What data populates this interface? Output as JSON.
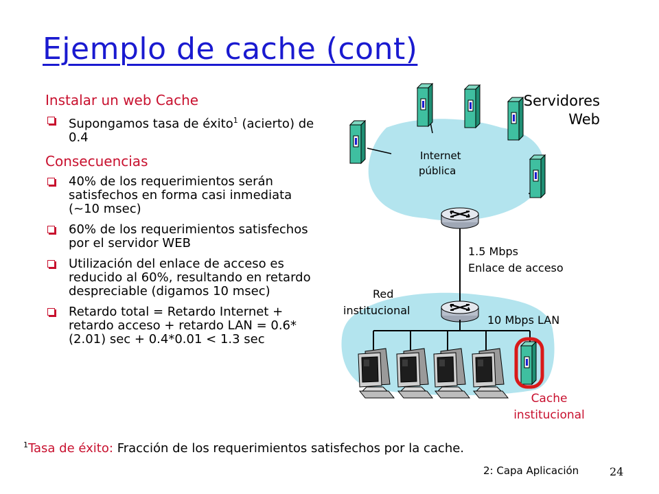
{
  "title": "Ejemplo de cache (cont)",
  "heading_install": "Instalar un web Cache",
  "bullet_hit_rate": "Supongamos tasa de éxito",
  "bullet_hit_rate_sup": "1",
  "bullet_hit_rate_rest": "(acierto) de 0.4",
  "heading_consequences": "Consecuencias",
  "bullets": [
    "40% de los requerimientos serán satisfechos en forma casi inmediata (~10 msec)",
    "60% de los requerimientos satisfechos por el servidor WEB",
    "Utilización del enlace de acceso es reducido al 60%, resultando en retardo despreciable (digamos 10 msec)",
    "Retardo total = Retardo Internet + retardo acceso + retardo LAN = 0.6*(2.01) sec + 0.4*0.01 < 1.3 sec"
  ],
  "diagram": {
    "servers_label_1": "Servidores",
    "servers_label_2": "Web",
    "internet_label_1": "Internet",
    "internet_label_2": "pública",
    "link_label_1": "1.5 Mbps",
    "link_label_2": "Enlace de acceso",
    "net_label_1": "Red",
    "net_label_2": "institucional",
    "lan_label": "10 Mbps LAN",
    "cache_label_1": "Cache",
    "cache_label_2": "institucional"
  },
  "footnote": {
    "sup": "1",
    "term": "Tasa de éxito:",
    "text": "Fracción de los requerimientos satisfechos por la cache."
  },
  "footer_section": "2: Capa Aplicación",
  "page_number": "24",
  "colors": {
    "title": "#1a1ad0",
    "accent": "#c8102e",
    "cloud": "#b3e4ee",
    "server": "#3fbfa0"
  }
}
